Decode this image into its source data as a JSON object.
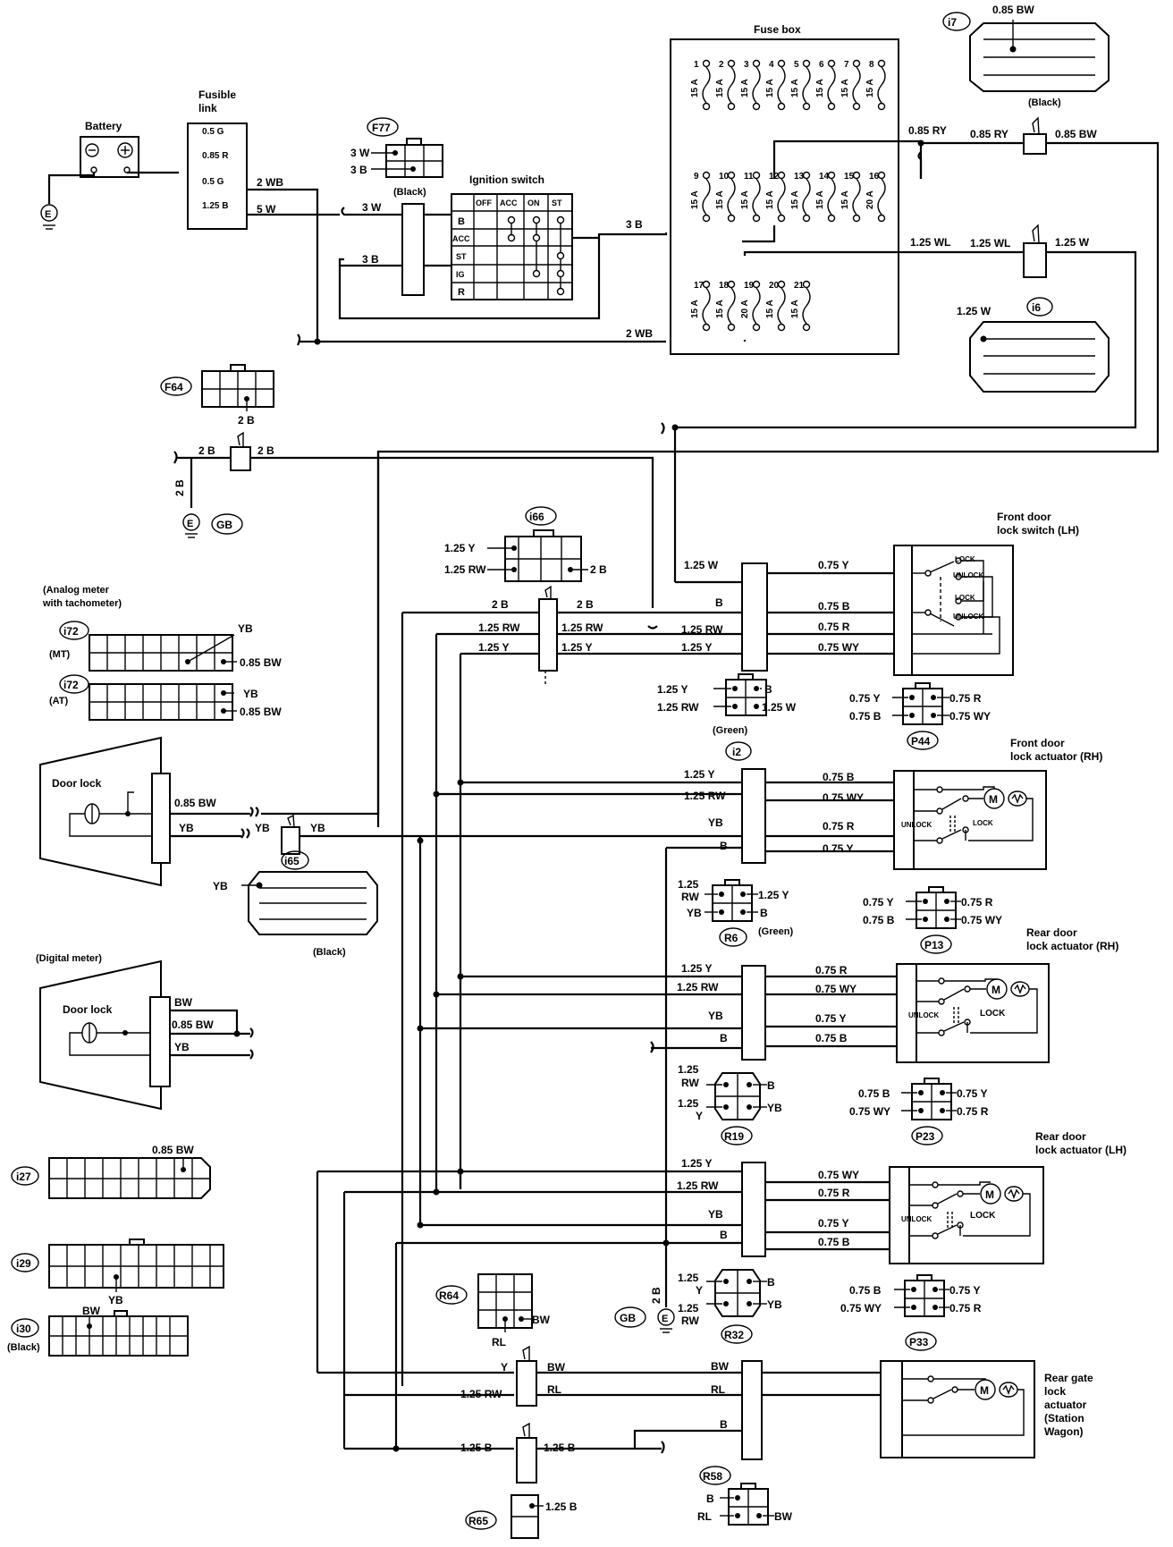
{
  "components": {
    "battery": "Battery",
    "fusible_link": "Fusible\nlink",
    "ignition_switch": "Ignition switch",
    "fuse_box": "Fuse box",
    "front_door_lock_switch_lh": "Front door\nlock switch (LH)",
    "front_door_lock_actuator_rh": "Front door\nlock actuator (RH)",
    "rear_door_lock_actuator_rh": "Rear door\nlock actuator (RH)",
    "rear_door_lock_actuator_lh": "Rear door\nlock actuator (LH)",
    "rear_gate_lock_actuator": "Rear gate\nlock\nactuator\n(Station\nWagon)",
    "analog_meter": "(Analog meter\nwith tachometer)",
    "digital_meter": "(Digital meter)",
    "door_lock": "Door lock",
    "ground": "E",
    "gb": "GB"
  },
  "fusible_link_ratings": [
    "0.5 G",
    "0.85 R",
    "0.5 G",
    "1.25 B"
  ],
  "ignition_switch": {
    "columns": [
      "OFF",
      "ACC",
      "ON",
      "ST"
    ],
    "rows": [
      "B",
      "ACC",
      "ST",
      "IG",
      "R"
    ]
  },
  "fuses": [
    {
      "n": "1",
      "a": "15 A"
    },
    {
      "n": "2",
      "a": "15 A"
    },
    {
      "n": "3",
      "a": "15 A"
    },
    {
      "n": "4",
      "a": "15 A"
    },
    {
      "n": "5",
      "a": "15 A"
    },
    {
      "n": "6",
      "a": "15 A"
    },
    {
      "n": "7",
      "a": "15 A"
    },
    {
      "n": "8",
      "a": "15 A"
    },
    {
      "n": "9",
      "a": "15 A"
    },
    {
      "n": "10",
      "a": "15 A"
    },
    {
      "n": "11",
      "a": "15 A"
    },
    {
      "n": "12",
      "a": "15 A"
    },
    {
      "n": "13",
      "a": "15 A"
    },
    {
      "n": "14",
      "a": "15 A"
    },
    {
      "n": "15",
      "a": "15 A"
    },
    {
      "n": "16",
      "a": "20 A"
    },
    {
      "n": "17",
      "a": "15 A"
    },
    {
      "n": "18",
      "a": "15 A"
    },
    {
      "n": "19",
      "a": "20 A"
    },
    {
      "n": "20",
      "a": "15 A"
    },
    {
      "n": "21",
      "a": "15 A"
    }
  ],
  "connectors": {
    "F77": "F77",
    "F64": "F64",
    "i7": "i7",
    "i6": "i6",
    "i66": "i66",
    "i72": "i72",
    "i2": "i2",
    "P44": "P44",
    "i65": "i65",
    "R6": "R6",
    "P13": "P13",
    "R19": "R19",
    "P23": "P23",
    "i27": "i27",
    "i29": "i29",
    "i30": "i30",
    "R64": "R64",
    "R32": "R32",
    "P33": "P33",
    "R58": "R58",
    "R65": "R65"
  },
  "connector_notes": {
    "black": "(Black)",
    "green": "(Green)",
    "mt": "(MT)",
    "at": "(AT)"
  },
  "switch_labels": {
    "lock": "LOCK",
    "unlock": "UNLOCK",
    "motor": "M"
  },
  "wires": {
    "wb2": "2 WB",
    "w5": "5 W",
    "w3": "3 W",
    "b3": "3 B",
    "b2": "2 B",
    "ry085": "0.85 RY",
    "bw085": "0.85 BW",
    "wl125": "1.25 WL",
    "w125": "1.25 W",
    "y125": "1.25 Y",
    "rw125": "1.25 RW",
    "b": "B",
    "yb": "YB",
    "bw": "BW",
    "rl": "RL",
    "y": "Y",
    "y075": "0.75 Y",
    "b075": "0.75 B",
    "r075": "0.75 R",
    "wy075": "0.75 WY",
    "b125": "1.25 B",
    "rw": "RW",
    "r125": "1.25"
  }
}
